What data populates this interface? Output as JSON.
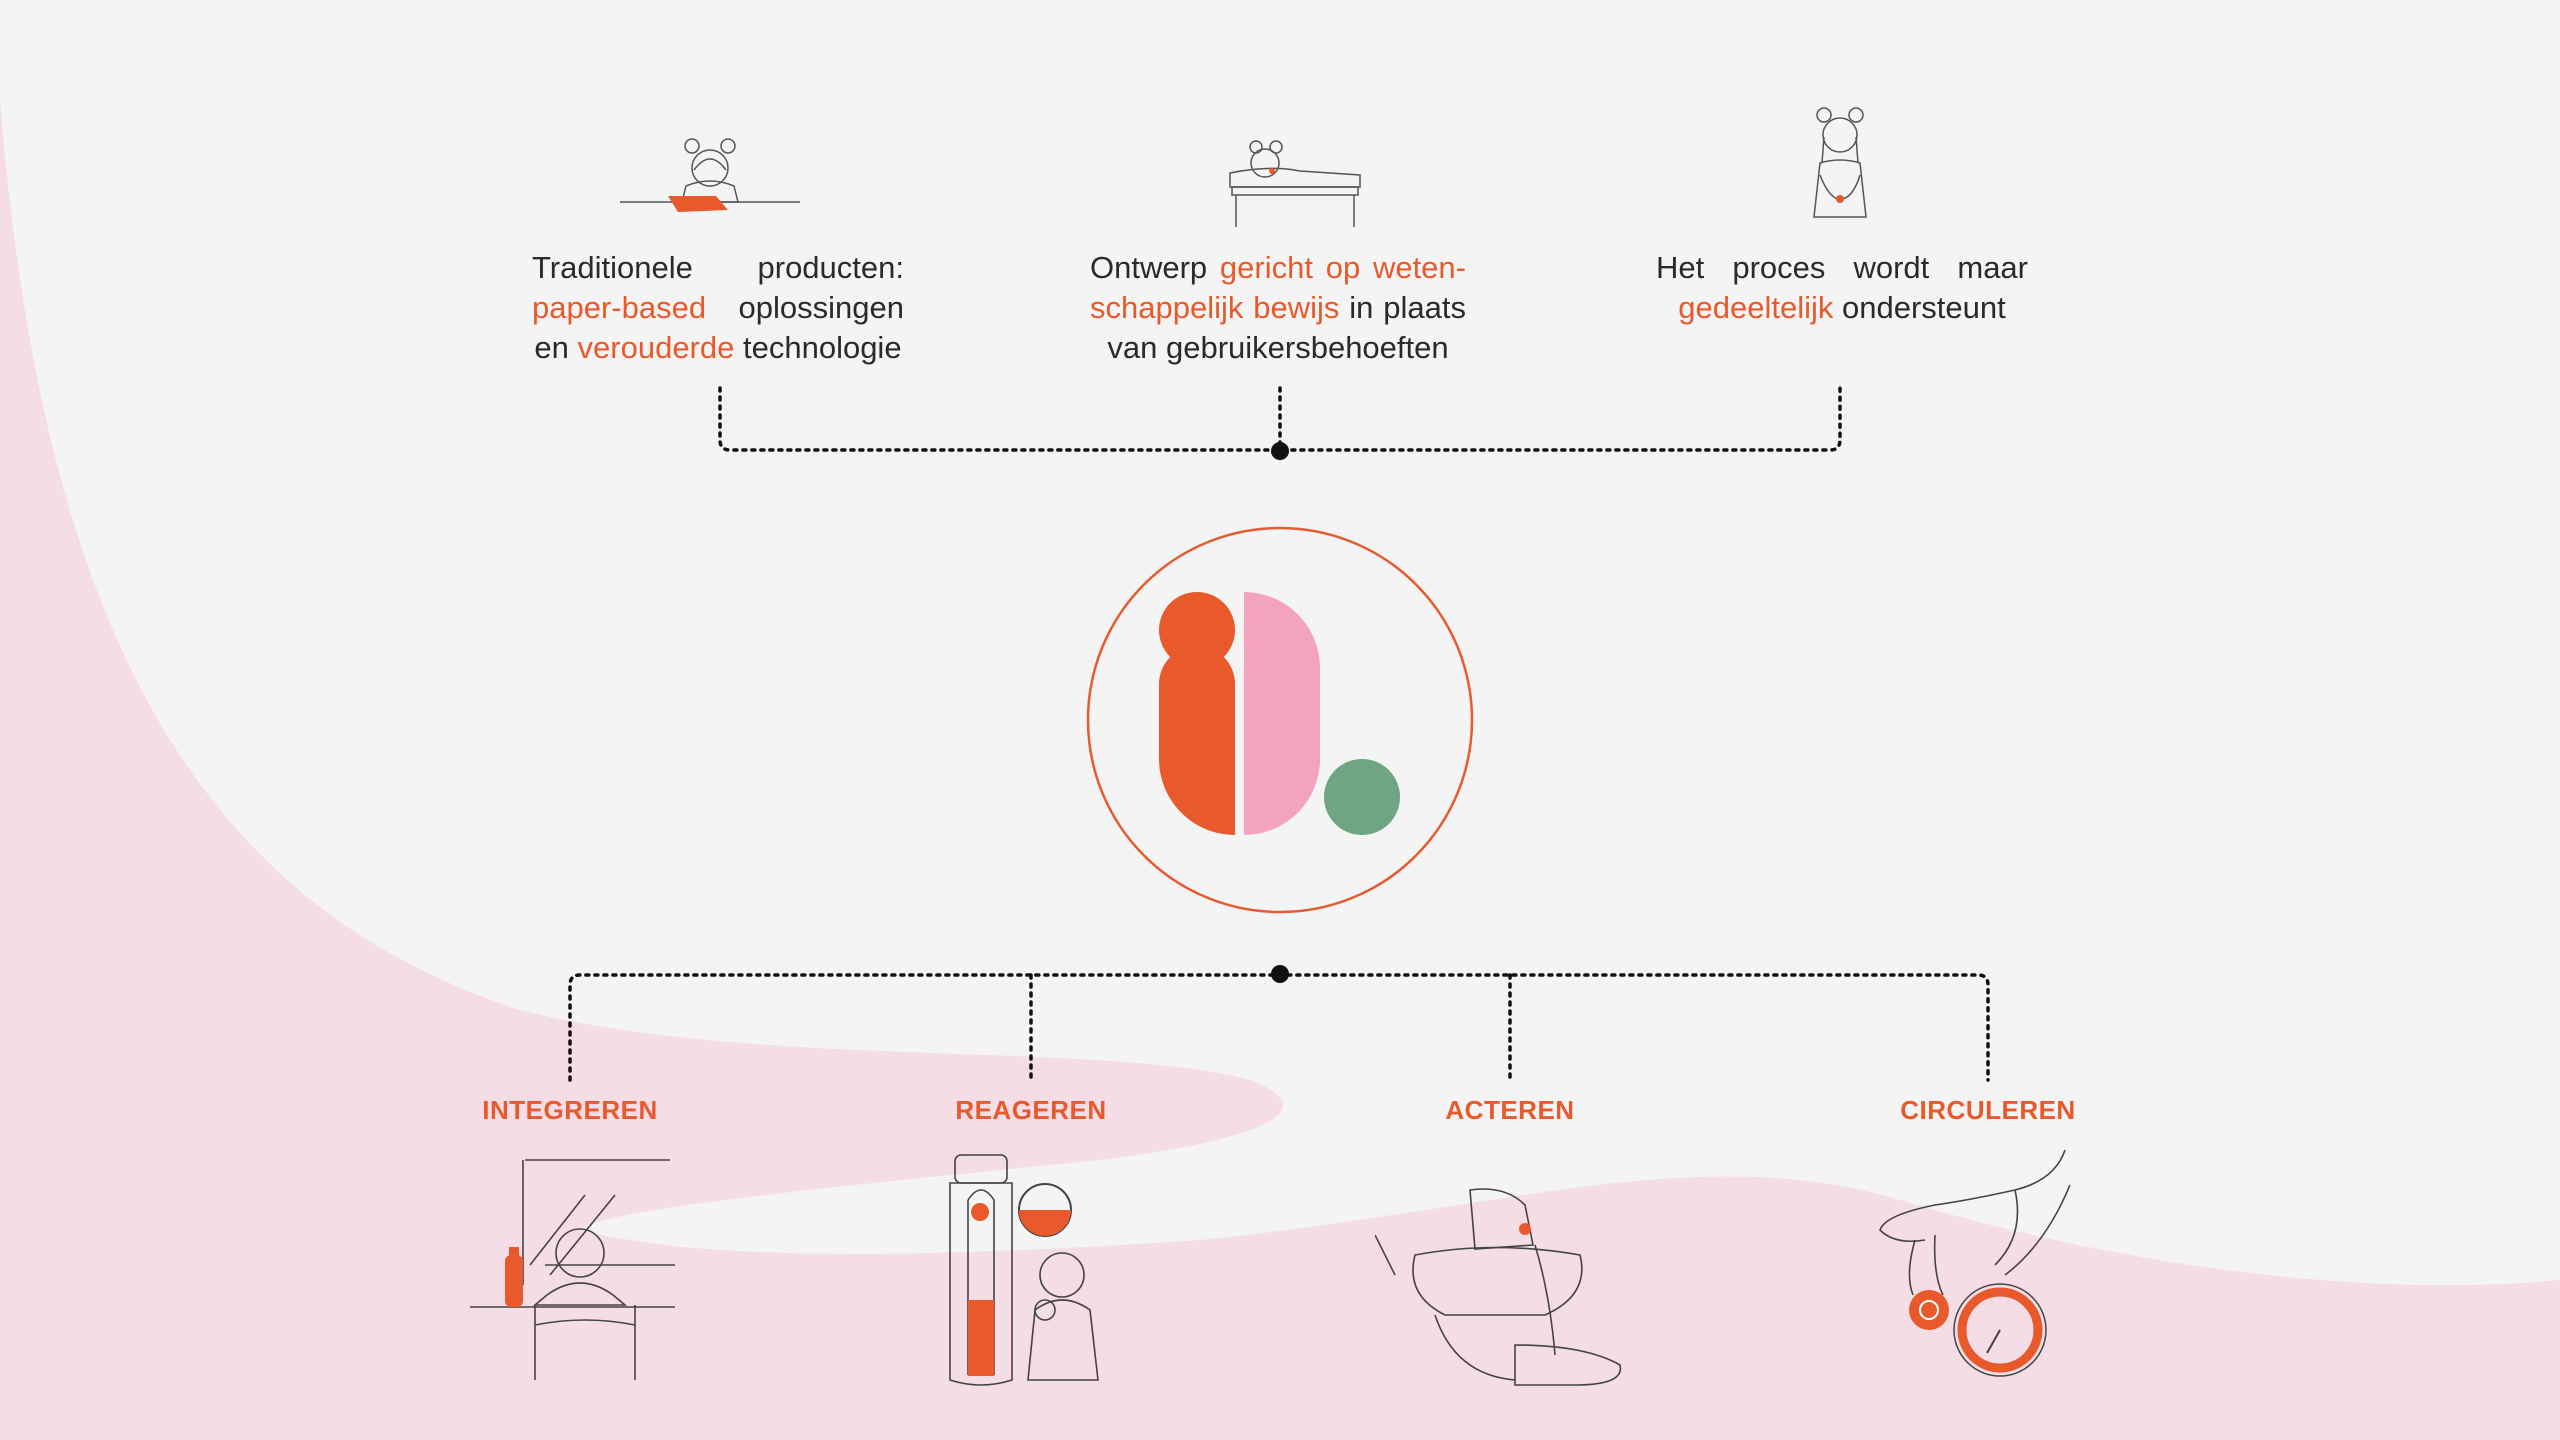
{
  "problems": [
    {
      "parts": [
        {
          "text": "Traditionele producten: ",
          "accent": false
        },
        {
          "text": "paper-based",
          "accent": true
        },
        {
          "text": " oplossingen en ",
          "accent": false
        },
        {
          "text": "verouderde",
          "accent": true
        },
        {
          "text": " technologie",
          "accent": false
        }
      ]
    },
    {
      "parts": [
        {
          "text": "Ontwerp ",
          "accent": false
        },
        {
          "text": "gericht op weten-schappelijk bewijs",
          "accent": true
        },
        {
          "text": " in plaats van gebruikersbehoeften",
          "accent": false
        }
      ]
    },
    {
      "parts": [
        {
          "text": "Het proces wordt maar ",
          "accent": false
        },
        {
          "text": "gedeeltelijk",
          "accent": true
        },
        {
          "text": " ondersteunt",
          "accent": false
        }
      ]
    }
  ],
  "actions": {
    "integreren": "INTEGREREN",
    "reageren": "REAGEREN",
    "acteren": "ACTEREN",
    "circuleren": "CIRCULEREN"
  },
  "colors": {
    "accent": "#e85a2c",
    "pink": "#f3a2c0",
    "green": "#6fa583",
    "background": "#f4f4f4",
    "wave": "#f5dde6"
  }
}
